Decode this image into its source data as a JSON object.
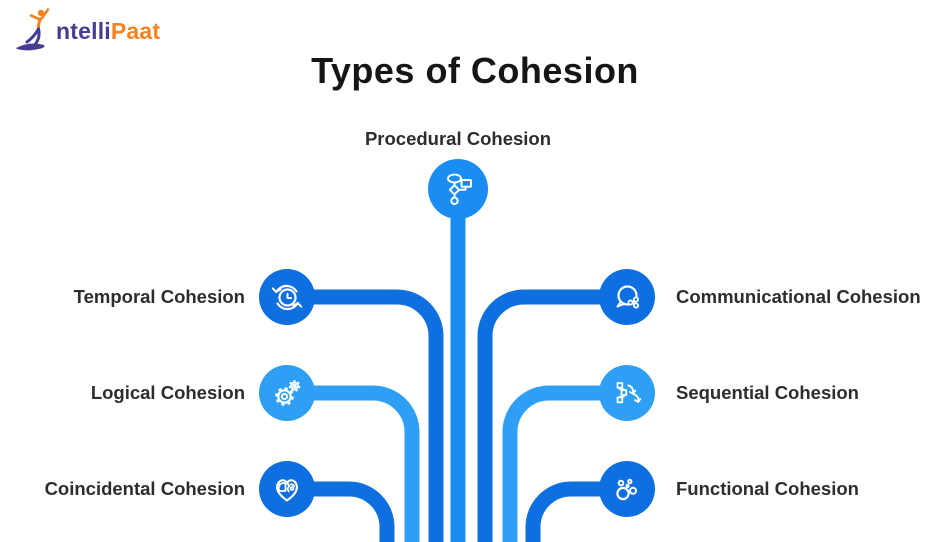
{
  "brand": {
    "name": "IntelliPaat",
    "text_primary": "ntelli",
    "text_secondary": "Paat",
    "color_primary": "#453d92",
    "color_secondary": "#f6821f"
  },
  "title": "Types of Cohesion",
  "palette": {
    "dark_blue": "#0e6fe0",
    "light_blue": "#2e9ff4",
    "primary_blue": "#1b8cf2",
    "icon_stroke": "#ffffff",
    "label_text": "#2d2d2d"
  },
  "nodes": {
    "procedural": {
      "label": "Procedural Cohesion",
      "icon": "flowchart-icon"
    },
    "temporal": {
      "label": "Temporal Cohesion",
      "icon": "clock-sync-icon"
    },
    "logical": {
      "label": "Logical Cohesion",
      "icon": "gears-icon"
    },
    "coincidental": {
      "label": "Coincidental Cohesion",
      "icon": "brain-heart-icon"
    },
    "communicational": {
      "label": "Communicational Cohesion",
      "icon": "chat-share-icon"
    },
    "sequential": {
      "label": "Sequential Cohesion",
      "icon": "sequence-arrows-icon"
    },
    "functional": {
      "label": "Functional Cohesion",
      "icon": "bubbles-icon"
    }
  }
}
